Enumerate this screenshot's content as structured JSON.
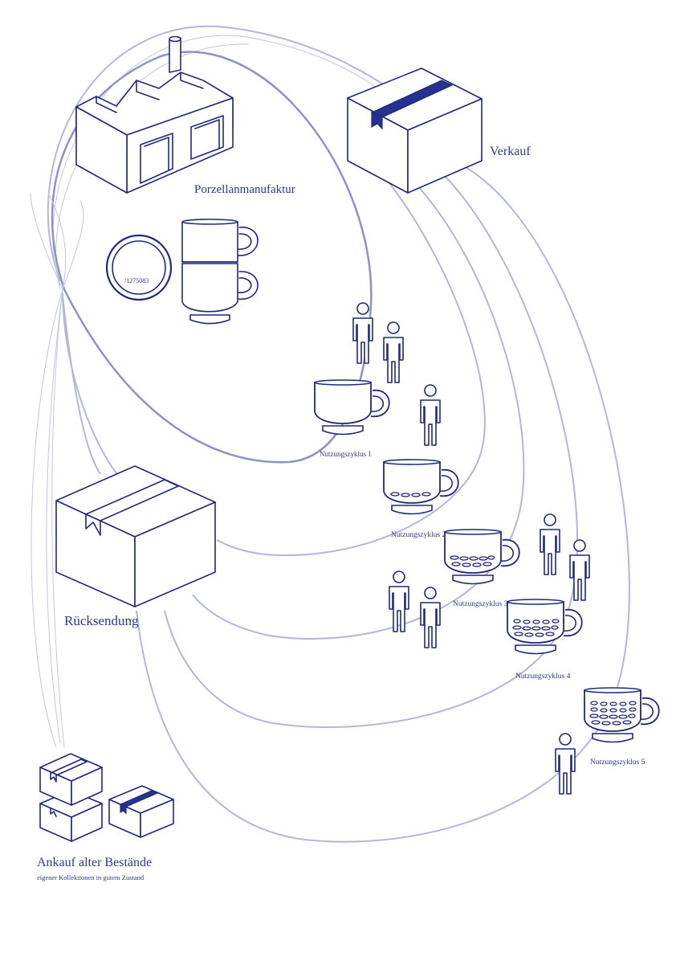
{
  "labels": {
    "manufaktur": "Porzellanmanufaktur",
    "verkauf": "Verkauf",
    "ruecksendung": "Rücksendung",
    "ankauf_title": "Ankauf alter Bestände",
    "ankauf_sub": "eigener Kollektionen in gutem Zustand",
    "stamp_number": "/1275083"
  },
  "cycles": [
    {
      "label": "Nutzungszyklus 1"
    },
    {
      "label": "Nutzungszyklus 2"
    },
    {
      "label": "Nutzungszyklus 3"
    },
    {
      "label": "Nutzungszyklus 4"
    },
    {
      "label": "Nutzungszyklus 5"
    }
  ],
  "colors": {
    "ink": "#1f2a78",
    "arc": "#b3b7da",
    "tape": "#27318f",
    "text": "#2b3a8f"
  },
  "icons": [
    "factory-icon",
    "box-icon",
    "cup-icon",
    "person-icon",
    "plate-icon"
  ]
}
